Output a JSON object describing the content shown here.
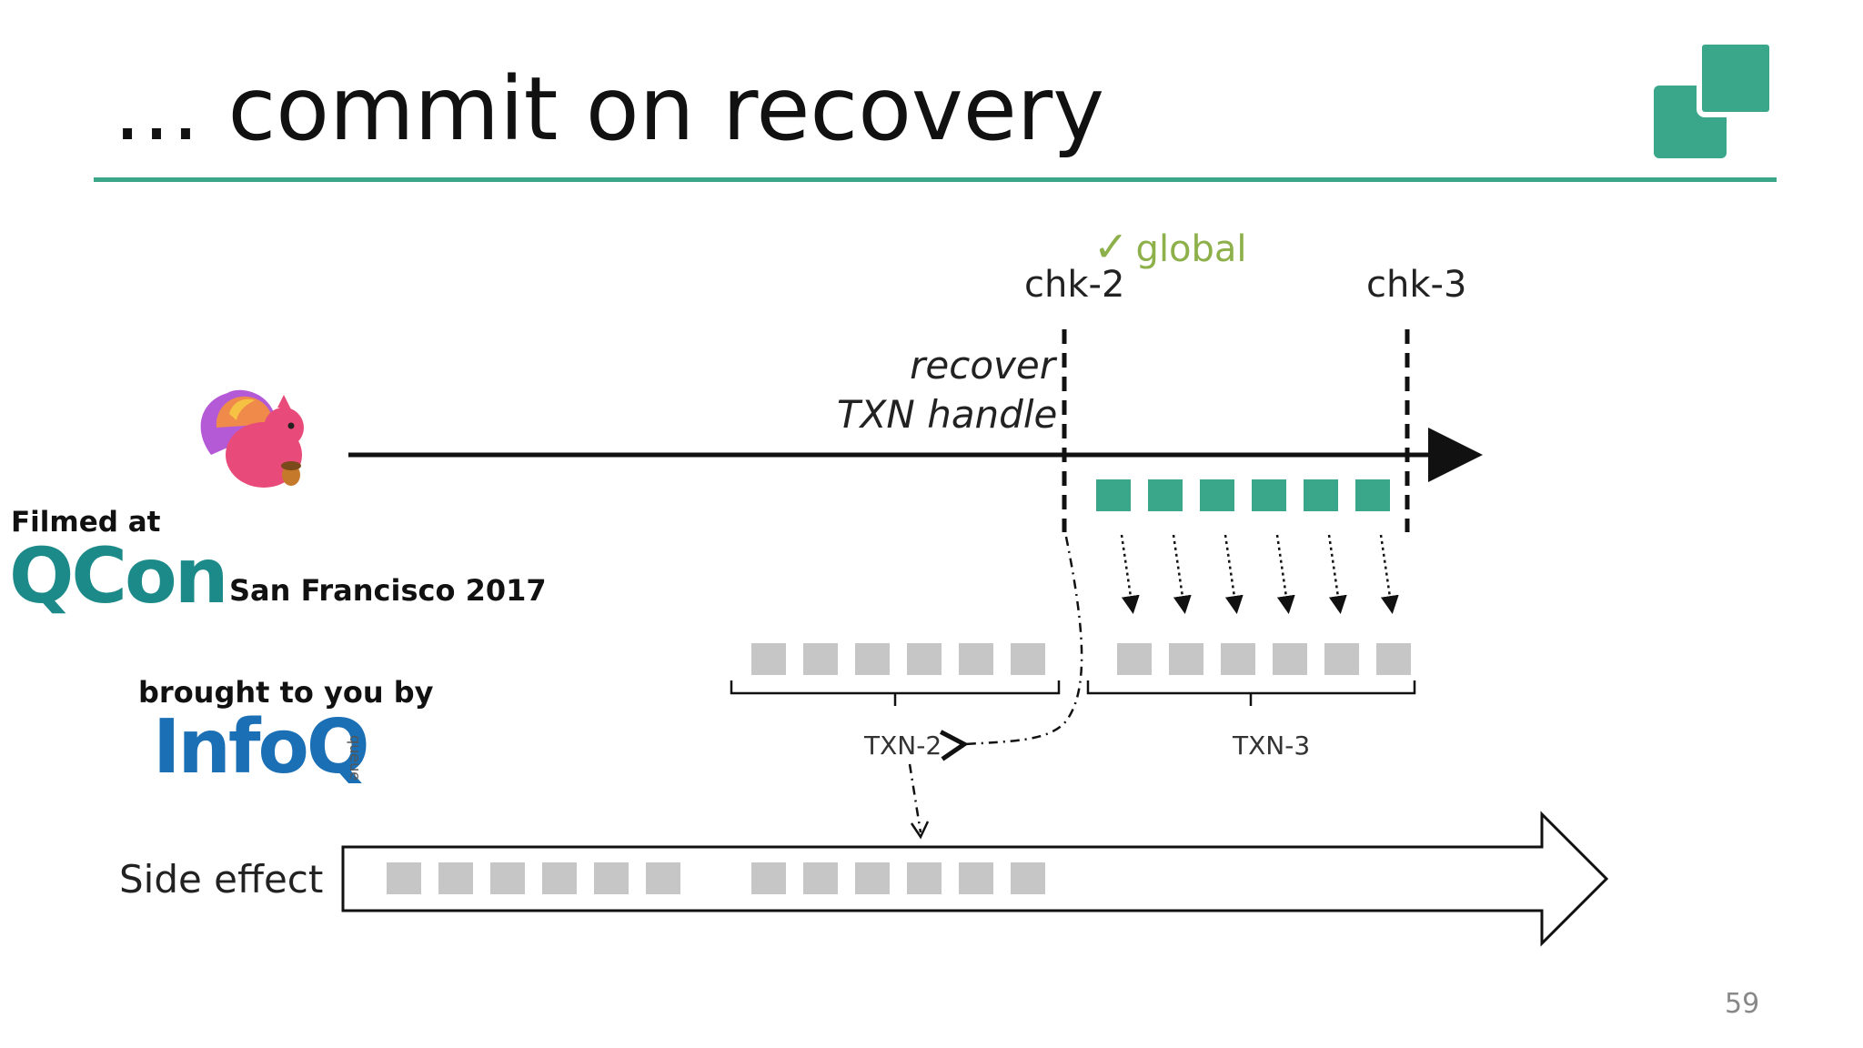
{
  "slide": {
    "title": "… commit on recovery",
    "slide_number": "59"
  },
  "diagram": {
    "global_label": "global",
    "global_check": "✓",
    "chk2_label": "chk-2",
    "chk3_label": "chk-3",
    "recover_line1": "recover",
    "recover_line2": "TXN handle",
    "txn2_label": "TXN-2",
    "txn3_label": "TXN-3",
    "side_effect_label": "Side effect",
    "green_records": 6,
    "txn2_records": 6,
    "txn3_records": 6,
    "side_effect_records_group1": 6,
    "side_effect_records_group2": 6
  },
  "colors": {
    "accent_teal": "#3aa68a",
    "record_grey": "#c6c6c6",
    "global_green": "#8db04a"
  },
  "watermark": {
    "filmed_at": "Filmed at",
    "qcon": "QCon",
    "location": "San Francisco 2017",
    "brought_by": "brought to you by",
    "infoq": "InfoQ",
    "queue": "queue"
  },
  "icons": {
    "logo": "teal-squares-logo-icon",
    "mascot": "flink-squirrel-icon"
  }
}
